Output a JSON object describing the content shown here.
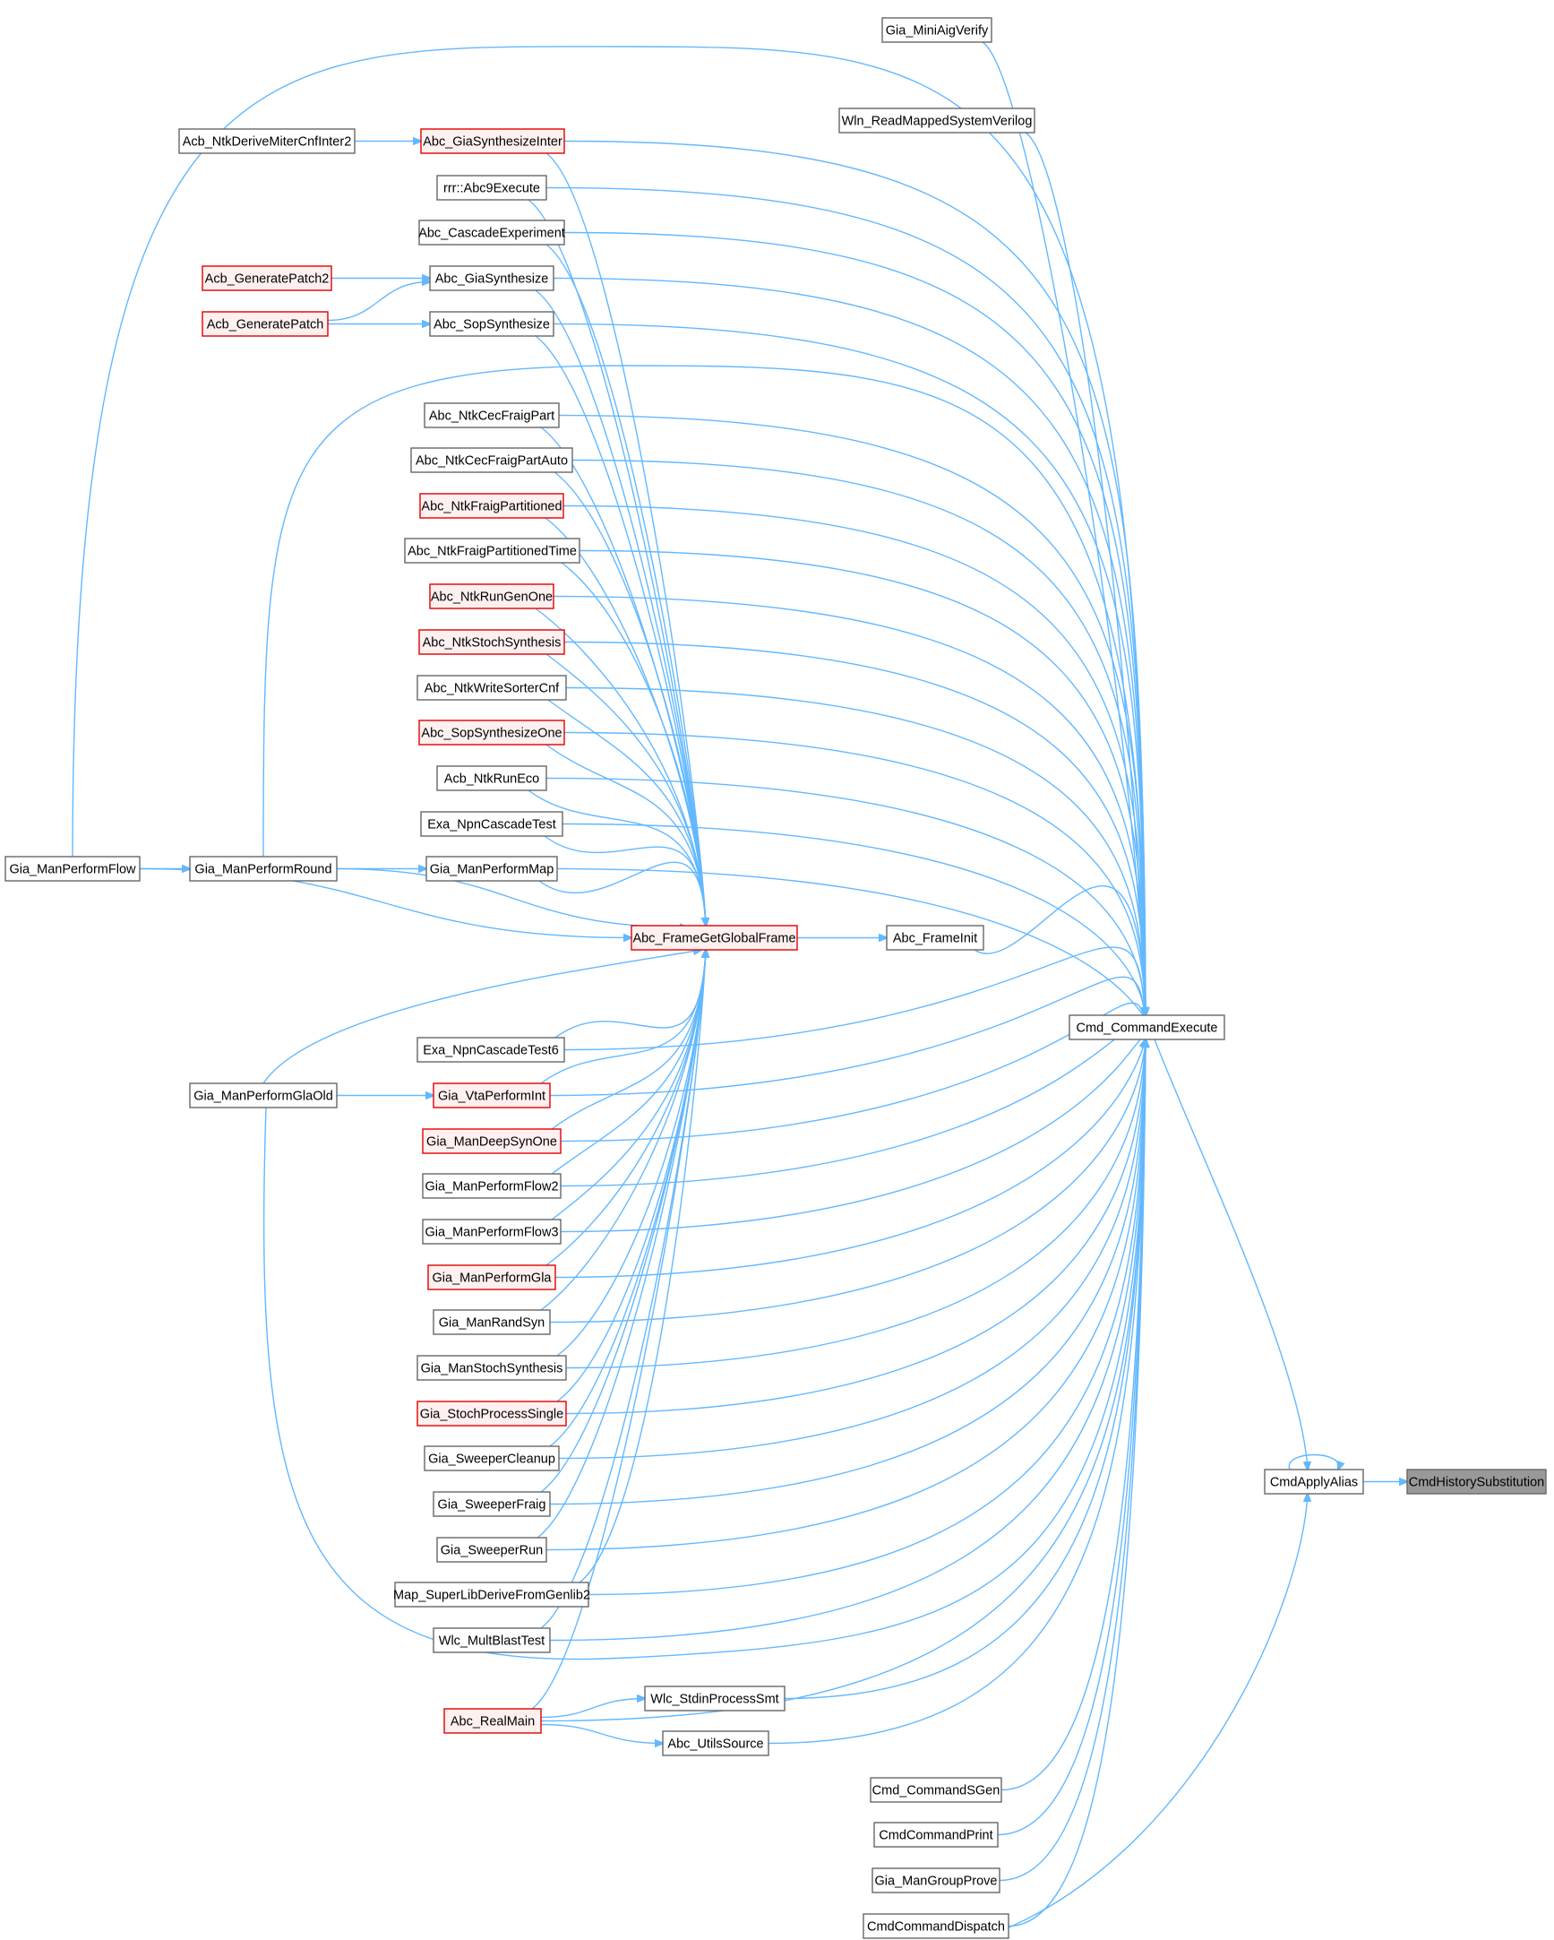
{
  "colors": {
    "edge": "#63b8ff",
    "normal_fill": "#ffffff",
    "normal_stroke": "#666666",
    "truncated_fill": "#fff0f0",
    "truncated_stroke": "#e00000",
    "focus_fill": "#999999",
    "focus_stroke": "#666666"
  },
  "nodes": {
    "CmdHistorySubstitution": "CmdHistorySubstitution",
    "CmdApplyAlias": "CmdApplyAlias",
    "Cmd_CommandExecute": "Cmd_CommandExecute",
    "Abc_FrameInit": "Abc_FrameInit",
    "Abc_FrameGetGlobalFrame": "Abc_FrameGetGlobalFrame",
    "Gia_MiniAigVerify": "Gia_MiniAigVerify",
    "Wln_ReadMappedSystemVerilog": "Wln_ReadMappedSystemVerilog",
    "Abc_GiaSynthesizeInter": "Abc_GiaSynthesizeInter",
    "Acb_NtkDeriveMiterCnfInter2": "Acb_NtkDeriveMiterCnfInter2",
    "rrr_Abc9Execute": "rrr::Abc9Execute",
    "Abc_CascadeExperiment": "Abc_CascadeExperiment",
    "Abc_GiaSynthesize": "Abc_GiaSynthesize",
    "Acb_GeneratePatch2": "Acb_GeneratePatch2",
    "Acb_GeneratePatch": "Acb_GeneratePatch",
    "Abc_SopSynthesize": "Abc_SopSynthesize",
    "Abc_NtkCecFraigPart": "Abc_NtkCecFraigPart",
    "Abc_NtkCecFraigPartAuto": "Abc_NtkCecFraigPartAuto",
    "Abc_NtkFraigPartitioned": "Abc_NtkFraigPartitioned",
    "Abc_NtkFraigPartitionedTime": "Abc_NtkFraigPartitionedTime",
    "Abc_NtkRunGenOne": "Abc_NtkRunGenOne",
    "Abc_NtkStochSynthesis": "Abc_NtkStochSynthesis",
    "Abc_NtkWriteSorterCnf": "Abc_NtkWriteSorterCnf",
    "Abc_SopSynthesizeOne": "Abc_SopSynthesizeOne",
    "Acb_NtkRunEco": "Acb_NtkRunEco",
    "Exa_NpnCascadeTest": "Exa_NpnCascadeTest",
    "Gia_ManPerformFlow": "Gia_ManPerformFlow",
    "Gia_ManPerformRound": "Gia_ManPerformRound",
    "Gia_ManPerformMap": "Gia_ManPerformMap",
    "Exa_NpnCascadeTest6": "Exa_NpnCascadeTest6",
    "Gia_ManPerformGlaOld": "Gia_ManPerformGlaOld",
    "Gia_VtaPerformInt": "Gia_VtaPerformInt",
    "Gia_ManDeepSynOne": "Gia_ManDeepSynOne",
    "Gia_ManPerformFlow2": "Gia_ManPerformFlow2",
    "Gia_ManPerformFlow3": "Gia_ManPerformFlow3",
    "Gia_ManPerformGla": "Gia_ManPerformGla",
    "Gia_ManRandSyn": "Gia_ManRandSyn",
    "Gia_ManStochSynthesis": "Gia_ManStochSynthesis",
    "Gia_StochProcessSingle": "Gia_StochProcessSingle",
    "Gia_SweeperCleanup": "Gia_SweeperCleanup",
    "Gia_SweeperFraig": "Gia_SweeperFraig",
    "Gia_SweeperRun": "Gia_SweeperRun",
    "Map_SuperLibDeriveFromGenlib2": "Map_SuperLibDeriveFromGenlib2",
    "Wlc_MultBlastTest": "Wlc_MultBlastTest",
    "Wlc_StdinProcessSmt": "Wlc_StdinProcessSmt",
    "Abc_RealMain": "Abc_RealMain",
    "Abc_UtilsSource": "Abc_UtilsSource",
    "Cmd_CommandSGen": "Cmd_CommandSGen",
    "CmdCommandPrint": "CmdCommandPrint",
    "Gia_ManGroupProve": "Gia_ManGroupProve",
    "CmdCommandDispatch": "CmdCommandDispatch"
  }
}
